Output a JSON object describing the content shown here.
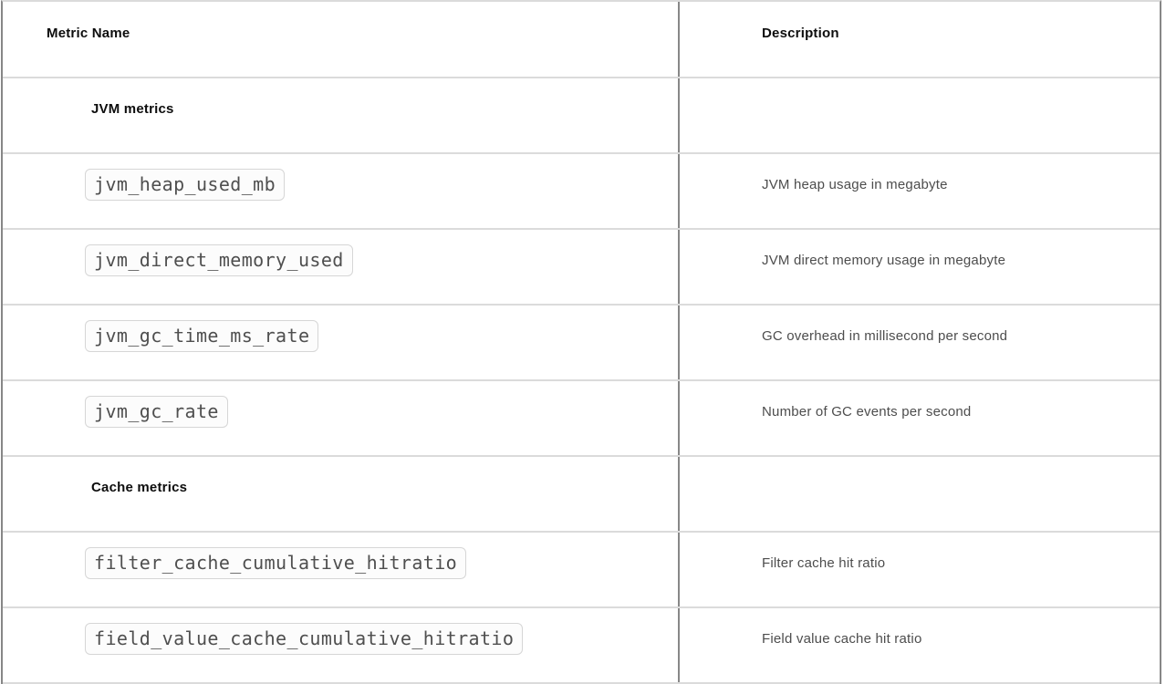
{
  "table": {
    "columns": {
      "metric": "Metric Name",
      "description": "Description"
    },
    "rows": [
      {
        "type": "section",
        "label": "JVM metrics",
        "description": ""
      },
      {
        "type": "metric",
        "code": "jvm_heap_used_mb",
        "description": "JVM heap usage in megabyte"
      },
      {
        "type": "metric",
        "code": "jvm_direct_memory_used",
        "description": "JVM direct memory usage in megabyte"
      },
      {
        "type": "metric",
        "code": "jvm_gc_time_ms_rate",
        "description": "GC overhead in millisecond per second"
      },
      {
        "type": "metric",
        "code": "jvm_gc_rate",
        "description": "Number of GC events per second"
      },
      {
        "type": "section",
        "label": "Cache metrics",
        "description": ""
      },
      {
        "type": "metric",
        "code": "filter_cache_cumulative_hitratio",
        "description": "Filter cache hit ratio"
      },
      {
        "type": "metric",
        "code": "field_value_cache_cumulative_hitratio",
        "description": "Field value cache hit ratio"
      }
    ],
    "colors": {
      "vertical_border": "#878787",
      "horizontal_border": "#dbdbdb",
      "code_chip_border": "#d6d6d6",
      "code_chip_background": "#fcfcfc",
      "code_text": "#4f4f4f",
      "heading_text": "#0d0d0d",
      "body_text": "#4d4d4d"
    }
  }
}
